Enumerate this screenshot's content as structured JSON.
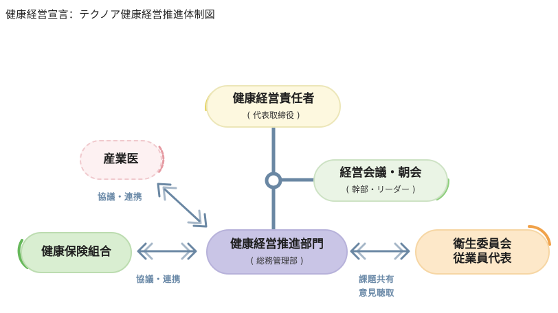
{
  "title": "健康経営宣言：テクノア健康経営推進体制図",
  "nodes": {
    "responsible": {
      "main": "健康経営責任者",
      "sub": "( 代表取締役 )"
    },
    "meeting": {
      "main": "経営会議・朝会",
      "sub": "( 幹部・リーダー )"
    },
    "doctor": {
      "main": "産業医"
    },
    "promotion": {
      "main": "健康経営推進部門",
      "sub": "( 総務管理部 )"
    },
    "insurance": {
      "main": "健康保険組合"
    },
    "committee": {
      "main_line1": "衛生委員会",
      "main_line2": "従業員代表"
    }
  },
  "labels": {
    "doctor_link": "協議・連携",
    "insurance_link": "協議・連携",
    "committee_link_line1": "課題共有",
    "committee_link_line2": "意見聴取"
  },
  "colors": {
    "responsible_fill": "#fdf8df",
    "responsible_border": "#ece6b8",
    "responsible_accent": "#e7d56a",
    "meeting_fill": "#eaf4e5",
    "meeting_border": "#cde2c4",
    "meeting_accent": "#8fcf7e",
    "doctor_fill": "#fdf1f2",
    "doctor_border": "#f0c9cd",
    "doctor_accent": "#e59aa2",
    "promotion_fill": "#c9c5e6",
    "promotion_border": "#b7b2da",
    "promotion_accent": "#8c86c2",
    "insurance_fill": "#d9eed1",
    "insurance_border": "#bcdcb0",
    "insurance_accent": "#66b85a",
    "committee_fill": "#fde8c9",
    "committee_border": "#f6d6a4",
    "committee_accent": "#f0a24a",
    "connector": "#6a87a3"
  }
}
